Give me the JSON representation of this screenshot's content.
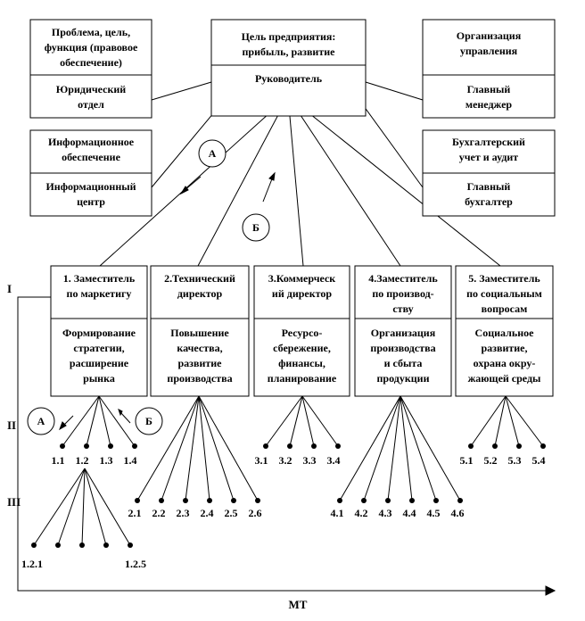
{
  "top_left_box": {
    "title": [
      "Проблема, цель,",
      "функция (правовое",
      "обеспечение)"
    ],
    "subtitle": [
      "Юридический",
      "отдел"
    ]
  },
  "top_center_box": {
    "title": [
      "Цель предприятия:",
      "прибыль, развитие"
    ],
    "subtitle": [
      "Руководитель"
    ]
  },
  "top_right_box": {
    "title": [
      "Организация",
      "управления"
    ],
    "subtitle": [
      "Главный",
      "менеджер"
    ]
  },
  "mid_left_box": {
    "title": [
      "Информационное",
      "обеспечение"
    ],
    "subtitle": [
      "Информационный",
      "центр"
    ]
  },
  "mid_right_box": {
    "title": [
      "Бухгалтерский",
      "учет и аудит"
    ],
    "subtitle": [
      "Главный",
      "бухгалтер"
    ]
  },
  "circles": {
    "a": "А",
    "b": "Б"
  },
  "deputies": [
    {
      "title": [
        "1. Заместитель",
        "по маркетигу"
      ],
      "body": [
        "Формирование",
        "стратегии,",
        "расширение",
        "рынка"
      ]
    },
    {
      "title": [
        "2.Технический",
        "директор"
      ],
      "body": [
        "Повышение",
        "качества,",
        "развитие",
        "производства"
      ]
    },
    {
      "title": [
        "3.Коммерческ",
        "ий директор"
      ],
      "body": [
        "Ресурсо-",
        "сбережение,",
        "финансы,",
        "планирование"
      ]
    },
    {
      "title": [
        "4.Заместитель",
        "по производ-",
        "ству"
      ],
      "body": [
        "Организация",
        "производства",
        "и сбыта",
        "продукции"
      ]
    },
    {
      "title": [
        "5. Заместитель",
        "по социальным",
        "вопросам"
      ],
      "body": [
        "Социальное",
        "развитие,",
        "охрана окру-",
        "жающей среды"
      ]
    }
  ],
  "levels": {
    "l1": "I",
    "l2": "II",
    "l3": "III"
  },
  "leaf_groups": [
    {
      "labels": [
        "1.1",
        "1.2",
        "1.3",
        "1.4"
      ]
    },
    {
      "labels": [
        "2.1",
        "2.2",
        "2.3",
        "2.4",
        "2.5",
        "2.6"
      ]
    },
    {
      "labels": [
        "3.1",
        "3.2",
        "3.3",
        "3.4"
      ]
    },
    {
      "labels": [
        "4.1",
        "4.2",
        "4.3",
        "4.4",
        "4.5",
        "4.6"
      ]
    },
    {
      "labels": [
        "5.1",
        "5.2",
        "5.3",
        "5.4"
      ]
    },
    {
      "labels": [
        "1.2.1",
        "1.2.5"
      ]
    }
  ],
  "axis_label": "МТ"
}
